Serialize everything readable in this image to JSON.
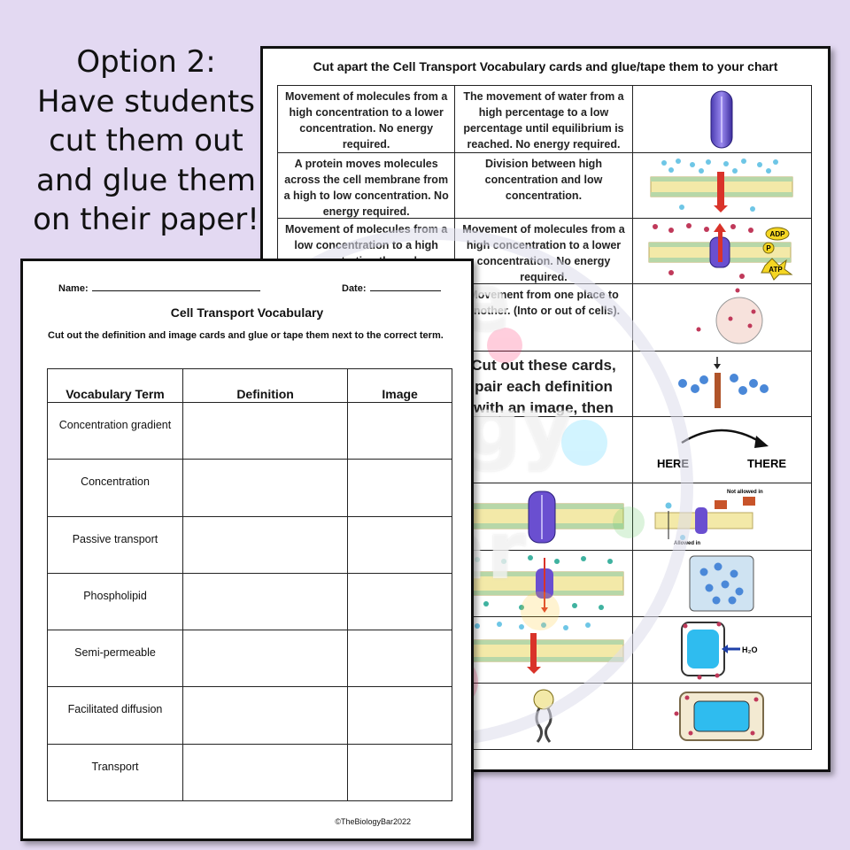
{
  "caption": {
    "lines": [
      "Option 2:",
      "Have students",
      "cut them out",
      "and glue them",
      "on their paper!"
    ]
  },
  "back_sheet": {
    "title": "Cut apart the Cell Transport Vocabulary cards and glue/tape them to your chart",
    "rows": [
      {
        "c1": "Movement of molecules from a high concentration to a lower concentration.  No energy required.",
        "c2": "The movement of water from a high percentage to a low percentage until equilibrium is reached.  No energy required.",
        "image": "channel-protein-icon"
      },
      {
        "c1": "A protein moves molecules across the cell membrane from a high to low concentration. No energy required.",
        "c2": "Division between high concentration and low concentration.",
        "image": "membrane-diffusion-icon"
      },
      {
        "c1": "Movement of molecules from a low concentration to a high concentration through a",
        "c2": "Movement of molecules from a high concentration to a lower concentration.  No energy required.",
        "image": "active-transport-atp-icon"
      },
      {
        "c1": "",
        "c2": "Movement from one place to another.  (Into or out of cells).",
        "image": "cell-circle-icon"
      },
      {
        "c1": "",
        "c2": "Cut out these cards, pair each definition with an image, then place both next to the vocabulary term they belong with.",
        "image": "gradient-bar-icon"
      },
      {
        "c1": "",
        "c2": "",
        "image": "here-there-icon"
      },
      {
        "c1": "",
        "c2": "membrane-protein-icon",
        "image": "semi-permeable-icon"
      },
      {
        "c1": "",
        "c2": "membrane-arrows-icon",
        "image": "concentration-box-icon"
      },
      {
        "c1": "",
        "c2": "membrane-passive-icon",
        "image": "osmosis-cell-icon"
      },
      {
        "c1": "",
        "c2": "phospholipid-icon",
        "image": "plant-cell-icon"
      }
    ],
    "here_label": "HERE",
    "there_label": "THERE",
    "not_allowed_label": "Not allowed in",
    "allowed_label": "Allowed in",
    "h2o_label": "H₂O",
    "adp_label": "ADP",
    "p_label": "P",
    "atp_label": "ATP"
  },
  "front_sheet": {
    "name_label": "Name:",
    "date_label": "Date:",
    "title": "Cell Transport Vocabulary",
    "instructions": "Cut out the definition and image cards and glue or tape them next to the correct term.",
    "headers": [
      "Vocabulary Term",
      "Definition",
      "Image"
    ],
    "terms": [
      "Concentration gradient",
      "Concentration",
      "Passive transport",
      "Phospholipid",
      "Semi-permeable",
      "Facilitated diffusion",
      "Transport"
    ],
    "footer": "©TheBiologyBar2022"
  },
  "watermark": {
    "line1": "The",
    "line2": "Biology",
    "line3": "Bar"
  }
}
